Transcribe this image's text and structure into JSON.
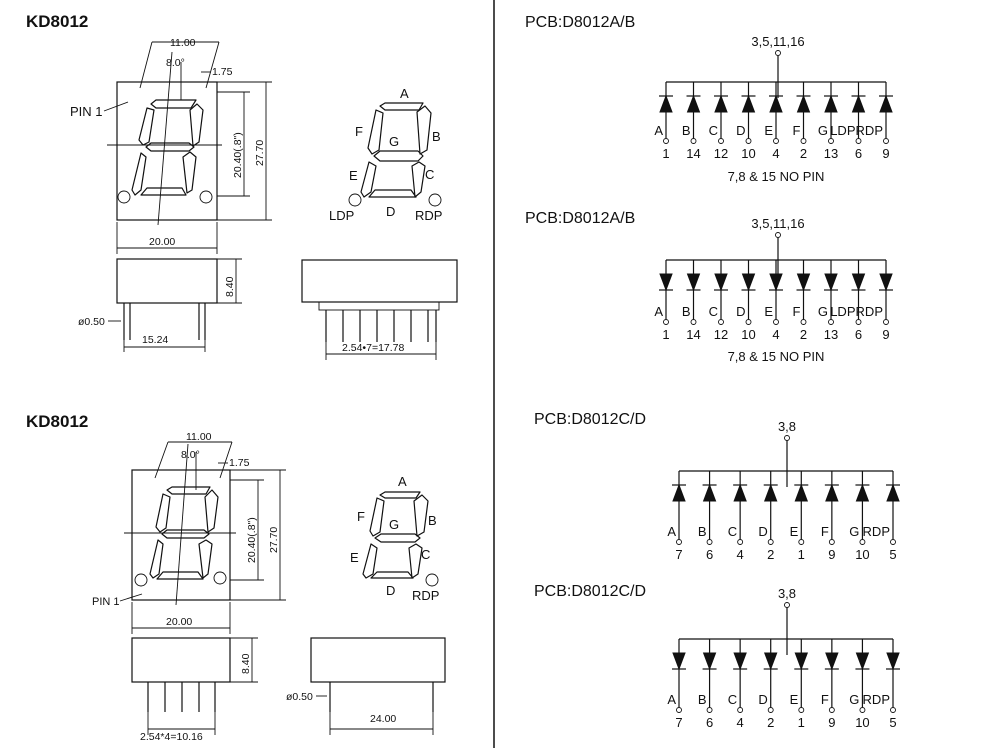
{
  "left_panels": [
    {
      "title": "KD8012",
      "dims": {
        "w11": "11.00",
        "ang": "8.0°",
        "d175": "1.75",
        "h20": "20.40(.8\")",
        "h27": "27.70",
        "w20": "20.00",
        "h84": "8.40",
        "pin": "ø0.50",
        "pitch": "15.24",
        "pitch2": "2.54•7=17.78"
      },
      "pin1": "PIN 1",
      "segments": {
        "A": "A",
        "B": "B",
        "C": "C",
        "D": "D",
        "E": "E",
        "F": "F",
        "G": "G",
        "ldp": "LDP",
        "rdp": "RDP"
      }
    },
    {
      "title": "KD8012",
      "dims": {
        "w11": "11.00",
        "ang": "8.0°",
        "d175": "1.75",
        "h20": "20.40(.8\")",
        "h27": "27.70",
        "w20": "20.00",
        "h84": "8.40",
        "pin": "ø0.50",
        "pitch": "2.54*4=10.16",
        "pitch2": "24.00"
      },
      "pin1": "PIN 1",
      "segments": {
        "A": "A",
        "B": "B",
        "C": "C",
        "D": "D",
        "E": "E",
        "F": "F",
        "G": "G",
        "rdp": "RDP"
      }
    }
  ],
  "circuits": [
    {
      "title": "PCB:D8012A/B",
      "common": "3,5,11,16",
      "direction": "up",
      "labels": [
        "A",
        "B",
        "C",
        "D",
        "E",
        "F",
        "G",
        "LDP",
        "RDP"
      ],
      "pins": [
        "1",
        "14",
        "12",
        "10",
        "4",
        "2",
        "13",
        "6",
        "9"
      ],
      "note": "7,8 & 15 NO PIN"
    },
    {
      "title": "PCB:D8012A/B",
      "common": "3,5,11,16",
      "direction": "down",
      "labels": [
        "A",
        "B",
        "C",
        "D",
        "E",
        "F",
        "G",
        "LDP",
        "RDP"
      ],
      "pins": [
        "1",
        "14",
        "12",
        "10",
        "4",
        "2",
        "13",
        "6",
        "9"
      ],
      "note": "7,8 & 15 NO PIN"
    },
    {
      "title": "PCB:D8012C/D",
      "common": "3,8",
      "direction": "up",
      "labels": [
        "A",
        "B",
        "C",
        "D",
        "E",
        "F",
        "G",
        "RDP"
      ],
      "pins": [
        "7",
        "6",
        "4",
        "2",
        "1",
        "9",
        "10",
        "5"
      ]
    },
    {
      "title": "PCB:D8012C/D",
      "common": "3,8",
      "direction": "down",
      "labels": [
        "A",
        "B",
        "C",
        "D",
        "E",
        "F",
        "G",
        "RDP"
      ],
      "pins": [
        "7",
        "6",
        "4",
        "2",
        "1",
        "9",
        "10",
        "5"
      ]
    }
  ]
}
